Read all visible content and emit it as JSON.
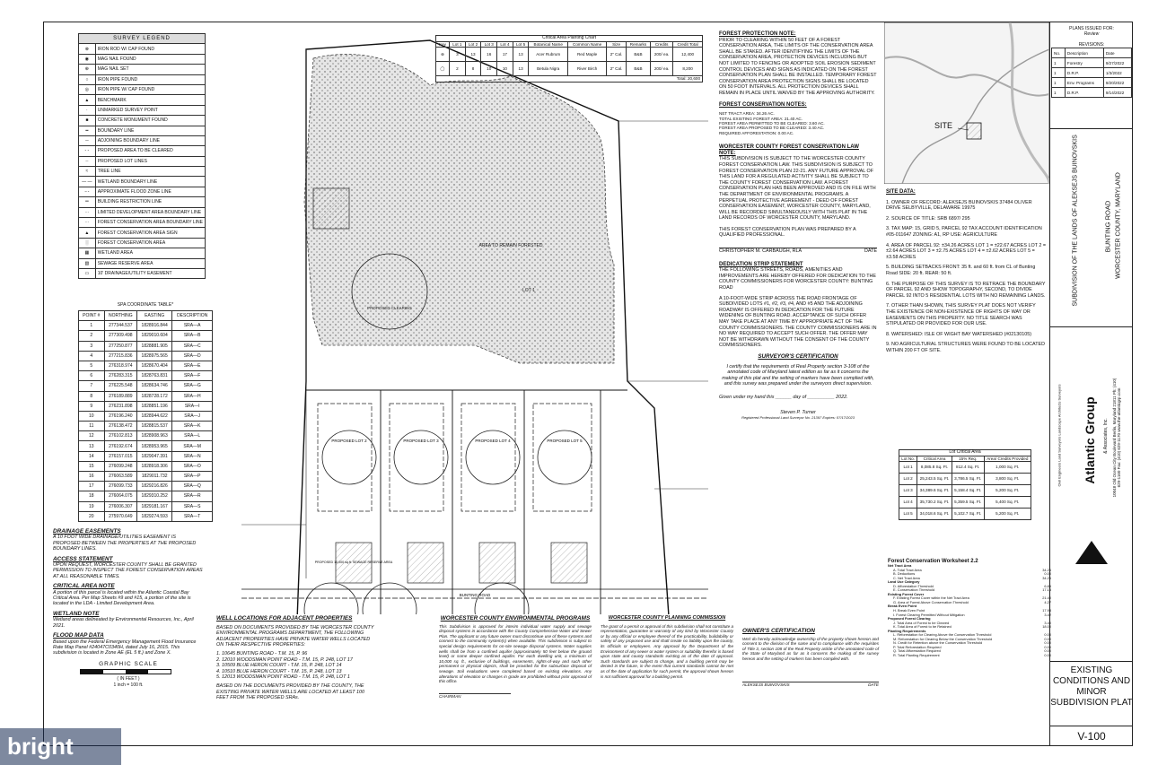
{
  "legend": {
    "title": "SURVEY LEGEND",
    "items": [
      "IRON ROD W/ CAP FOUND",
      "MAG NAIL FOUND",
      "MAG NAIL SET",
      "IRON PIPE FOUND",
      "IRON PIPE W/ CAP FOUND",
      "BENCHMARK",
      "UNMARKED SURVEY POINT",
      "CONCRETE MONUMENT FOUND",
      "BOUNDARY LINE",
      "ADJOINING BOUNDARY LINE",
      "PROPOSED AREA TO BE CLEARED",
      "PROPOSED LOT LINES",
      "TREE LINE",
      "WETLAND BOUNDARY LINE",
      "APPROXIMATE FLOOD ZONE LINE",
      "BUILDING RESTRICTION LINE",
      "LIMITED DEVELOPMENT AREA BOUNDARY LINE",
      "FOREST CONSERVATION AREA BOUNDARY LINE",
      "FOREST CONSERVATION AREA SIGN",
      "FOREST CONSERVATION AREA",
      "WETLAND AREA",
      "SEWAGE RESERVE AREA",
      "10' DRAINAGE/UTILITY EASEMENT"
    ]
  },
  "spa": {
    "title": "SPA COORDINATE TABLE*",
    "headers": [
      "POINT #",
      "NORTHING",
      "EASTING",
      "DESCRIPTION"
    ],
    "rows": [
      [
        "1",
        "277344.537",
        "1828916.844",
        "SRA—A"
      ],
      [
        "2",
        "277309.498",
        "1829010.604",
        "SRA—B"
      ],
      [
        "3",
        "277250.877",
        "1828881.905",
        "SRA—C"
      ],
      [
        "4",
        "277215.836",
        "1828975.565",
        "SRA—D"
      ],
      [
        "5",
        "276318.974",
        "1828670.404",
        "SRA—E"
      ],
      [
        "6",
        "276283.315",
        "1828763.831",
        "SRA—F"
      ],
      [
        "7",
        "276225.548",
        "1828634.746",
        "SRA—G"
      ],
      [
        "8",
        "276189.889",
        "1828728.172",
        "SRA—H"
      ],
      [
        "9",
        "276231.898",
        "1828851.196",
        "SRA—I"
      ],
      [
        "10",
        "276196.240",
        "1828944.622",
        "SRA—J"
      ],
      [
        "11",
        "276138.472",
        "1828815.537",
        "SRA—K"
      ],
      [
        "12",
        "276102.813",
        "1828908.963",
        "SRA—L"
      ],
      [
        "13",
        "276192.674",
        "1828953.965",
        "SRA—M"
      ],
      [
        "14",
        "276157.015",
        "1829047.391",
        "SRA—N"
      ],
      [
        "15",
        "276099.248",
        "1828918.306",
        "SRA—O"
      ],
      [
        "16",
        "276063.589",
        "1829011.732",
        "SRA—P"
      ],
      [
        "17",
        "276099.733",
        "1829216.826",
        "SRA—Q"
      ],
      [
        "18",
        "276064.075",
        "1829310.252",
        "SRA—R"
      ],
      [
        "19",
        "276006.307",
        "1829181.167",
        "SRA—S"
      ],
      [
        "20",
        "275970.649",
        "1829274.593",
        "SRA—T"
      ]
    ]
  },
  "planting": {
    "title": "Critical Area Planting Chart",
    "headers": [
      "Key",
      "Lot 1",
      "Lot 2",
      "Lot 3",
      "Lot 4",
      "Lot 5",
      "Botanical Name",
      "Common Name",
      "Size",
      "Remarks",
      "Credits",
      "Credit Total"
    ],
    "rows": [
      [
        "",
        "3",
        "13",
        "16",
        "17",
        "13",
        "Acer Rubrum",
        "Red Maple",
        "2\" Cal.",
        "B&B",
        "200/ ea.",
        "12,400"
      ],
      [
        "",
        "2",
        "8",
        "10",
        "10",
        "13",
        "Betula Nigra",
        "River Birch",
        "2\" Cal.",
        "B&B",
        "200/ ea.",
        "8,200"
      ]
    ],
    "total": "Total: 20,600"
  },
  "notes": {
    "fp_title": "FOREST PROTECTION NOTE:",
    "fp_text": "PRIOR TO CLEARING WITHIN 50 FEET OF A FOREST CONSERVATION AREA, THE LIMITS OF THE CONSERVATION AREA SHALL BE STAKED. AFTER IDENTIFYING THE LIMITS OF THE CONSERVATION AREA, PROTECTION DEVICES INCLUDING BUT NOT LIMITED TO FENCING OR ADOPTED SOIL EROSION SEDIMENT CONTROL DEVICES AND SIGNS AS INDICATED ON THE FOREST CONSERVATION PLAN SHALL BE INSTALLED. TEMPORARY FOREST CONSERVATION AREA PROTECTION SIGNS SHALL BE LOCATED ON 50 FOOT INTERVALS. ALL PROTECTION DEVICES SHALL REMAIN IN PLACE UNTIL WAIVED BY THE APPROVING AUTHORITY.",
    "fc_title": "FOREST CONSERVATION NOTES:",
    "fc_lines": [
      "NET TRACT AREA: 34.26 AC.",
      "TOTAL EXISTING FOREST AREA: 21.40 AC.",
      "FOREST AREA PERMITTED TO BE CLEARED: 3.60 AC.",
      "FOREST AREA PROPOSED TO BE CLEARED: 3.40 AC.",
      "REQUIRED AFFORESTATION: 0.00 AC."
    ],
    "law_title": "WORCESTER COUNTY FOREST CONSERVATION LAW NOTE:",
    "law_text": "THIS SUBDIVISION IS SUBJECT TO THE WORCESTER COUNTY FOREST CONSERVATION LAW. THIS SUBDIVISION IS SUBJECT TO FOREST CONSERVATION PLAN 22-21. ANY FUTURE APPROVAL OF THIS LAND FOR A REGULATED ACTIVITY SHALL BE SUBJECT TO THE COUNTY FOREST CONSERVATION LAW. A FOREST CONSERVATION PLAN HAS BEEN APPROVED AND IS ON FILE WITH THE DEPARTMENT OF ENVIRONMENTAL PROGRAMS. A PERPETUAL PROTECTIVE AGREEMENT - DEED OF FOREST CONSERVATION EASEMENT, WORCESTER COUNTY, MARYLAND, WILL BE RECORDED SIMULTANEOUSLY WITH THIS PLAT IN THE LAND RECORDS OF WORCESTER COUNTY, MARYLAND.",
    "prepared": "THIS FOREST CONSERVATION PLAN WAS PREPARED BY A QUALIFIED PROFESSIONAL.",
    "preparer": "CHRISTOPHER M. CARBAUGH, RLA",
    "date": "DATE",
    "ded_title": "DEDICATION STRIP STATEMENT",
    "ded_text": "THE FOLLOWING STREETS, ROADS, AMENITIES AND IMPROVEMENTS ARE HEREBY OFFERED FOR DEDICATION TO THE COUNTY COMMISSIONERS FOR WORCESTER COUNTY: BUNTING ROAD",
    "ded_text2": "A 10-FOOT-WIDE STRIP ACROSS THE ROAD FRONTAGE OF SUBDIVIDED LOTS #1, #2, #3, #4, AND #5 AND THE ADJOINING ROADWAY IS OFFERED IN DEDICATION FOR THE FUTURE WIDENING OF BUNTING ROAD. ACCEPTANCE OF SUCH OFFER MAY TAKE PLACE AT ANY TIME BY APPROPRIATE ACT OF THE COUNTY COMMISSIONERS. THE COUNTY COMMISSIONERS ARE IN NO WAY REQUIRED TO ACCEPT SUCH OFFER. THE OFFER MAY NOT BE WITHDRAWN WITHOUT THE CONSENT OF THE COUNTY COMMISSIONERS.",
    "surv_title": "SURVEYOR'S CERTIFICATION",
    "surv_text": "I certify that the requirements of Real Property section 3-108 of the annotated code of Maryland latest edition as far as it concerns the making of this plat and the setting of markers have been complied with, and this survey was prepared under the surveyors direct supervision.",
    "surv_given": "Given under my hand this ______ day of __________ 2022.",
    "surv_name": "Steven P. Turner",
    "surv_reg": "Registered Professional Land Surveyor No. 21397 Expires: 07/17/2023"
  },
  "site": {
    "title": "SITE DATA:",
    "items": [
      "1. OWNER OF RECORD: ALEKSEJS BUINOVSKIS 37484 OLIVER DRIVE SELBYVILLE, DELAWARE 19975",
      "2. SOURCE OF TITLE: SRB 6897/ 295",
      "3. TAX MAP: 15, GRID 5, PARCEL 92 TAX ACCOUNT IDENTIFICATION #05-011647 ZONING: A1, RP USE: AGRICULTURE",
      "4. AREA OF PARCEL 92: ±34.26 ACRES LOT 1 = ±22.67 ACRES LOT 2 = ±2.64 ACRES LOT 3 = ±2.75 ACRES LOT 4 = ±2.62 ACRES LOT 5 = ±3.58 ACRES",
      "5. BUILDING SETBACKS FRONT: 35 ft. and 60 ft. from CL of Bunting Road SIDE: 20 ft. REAR: 50 ft.",
      "6. THE PURPOSE OF THIS SURVEY IS TO RETRACE THE BOUNDARY OF PARCEL 92 AND SHOW TOPOGRAPHY, SECOND, TO DIVIDE PARCEL 92 INTO 5 RESIDENTIAL LOTS WITH NO REMAINING LANDS.",
      "7. OTHER THAN SHOWN, THIS SURVEY PLAT DOES NOT VERIFY THE EXISTENCE OR NON-EXISTENCE OF RIGHTS OF WAY OR EASEMENTS ON THIS PROPERTY. NO TITLE SEARCH WAS STIPULATED OR PROVIDED FOR OUR USE.",
      "8. WATERSHED: ISLE OF WIGHT BAY WATERSHED (#02130105)",
      "9. NO AGRICULTURAL STRUCTURES WERE FOUND TO BE LOCATED WITHIN 200 FT OF SITE."
    ]
  },
  "lca": {
    "title": "Lot Critical Area",
    "headers": [
      "Lot No.",
      "Critical Area",
      "15% Req.",
      "Area/ Credits Provided"
    ],
    "rows": [
      [
        "Lot 1",
        "8,085.8 Sq. Ft.",
        "812.4 Sq. Ft.",
        "1,000 Sq. Ft."
      ],
      [
        "Lot 2",
        "25,243.5 Sq. Ft.",
        "3,786.5 Sq. Ft.",
        "3,800 Sq. Ft."
      ],
      [
        "Lot 3",
        "34,389.6 Sq. Ft.",
        "5,158.4 Sq. Ft.",
        "5,200 Sq. Ft."
      ],
      [
        "Lot 4",
        "35,730.2 Sq. Ft.",
        "5,359.5 Sq. Ft.",
        "5,400 Sq. Ft."
      ],
      [
        "Lot 5",
        "34,018.6 Sq. Ft.",
        "5,102.7 Sq. Ft.",
        "5,200 Sq. Ft."
      ]
    ]
  },
  "worksheet": {
    "title": "Forest Conservation Worksheet 2.2",
    "lines": [
      [
        "Net Tract Area",
        ""
      ],
      [
        "A. Total Tract Area",
        "34.26"
      ],
      [
        "B. Deductions",
        "0.00"
      ],
      [
        "C. Net Tract Area",
        "34.26"
      ],
      [
        "Land Use Category",
        ""
      ],
      [
        "D. Afforestation Threshold",
        "6.85"
      ],
      [
        "E. Conservation Threshold",
        "17.13"
      ],
      [
        "Existing Forest Cover",
        ""
      ],
      [
        "F. Existing Forest Cover within the Net Tract Area",
        "21.40"
      ],
      [
        "G. Area of Forest Above Conservation Threshold",
        "4.27"
      ],
      [
        "Break Even Point",
        ""
      ],
      [
        "H. Break Even Point",
        "17.98"
      ],
      [
        "I. Forest Clearing Permitted Without Mitigation",
        "3.42"
      ],
      [
        "Proposed Forest Clearing",
        ""
      ],
      [
        "J. Total Area of Forest to be Cleared",
        "3.40"
      ],
      [
        "K. Total Area of Forest to be Retained",
        "18.00"
      ],
      [
        "Planting Requirements",
        ""
      ],
      [
        "L. Reforestation for Clearing Above the Conservation Threshold",
        "0.00"
      ],
      [
        "M. Reforestation for Clearing Below the Conservation Threshold",
        "0.00"
      ],
      [
        "N. Credit for Retention above the Conservation Threshold",
        "0.00"
      ],
      [
        "P. Total Reforestation Required",
        "0.00"
      ],
      [
        "Q. Total Afforestation Required",
        "0.00"
      ],
      [
        "R. Total Planting Requirement",
        "0.00"
      ]
    ]
  },
  "left_notes": {
    "drain_title": "DRAINAGE EASEMENTS",
    "drain_text": "A 10 FOOT WIDE DRAINAGE/UTILITIES EASEMENT IS PROPOSED BETWEEN THE PROPERTIES AT THE PROPOSED BOUNDARY LINES.",
    "access_title": "ACCESS STATEMENT",
    "access_text": "UPON REQUEST, WORCESTER COUNTY SHALL BE GRANTED PERMISSION TO INSPECT THE FOREST CONSERVATION AREAS AT ALL REASONABLE TIMES.",
    "crit_title": "CRITICAL AREA NOTE",
    "crit_text": "A portion of this parcel is located within the Atlantic Coastal Bay Critical Area. Per Map Sheets #9 and #15, a portion of the site is located in the LDA - Limited Development Area.",
    "wet_title": "WETLAND NOTE",
    "wet_text": "Wetland areas delineated by Environmental Resources, Inc., April 2021.",
    "flood_title": "FLOOD MAP DATA",
    "flood_text": "Based upon the Federal Emergency Management Flood Insurance Rate Map Panel #24047C0340H, dated July 16, 2015. This subdivision is located in Zone AE (EL 5 ft.) and Zone X.",
    "scale_title": "GRAPHIC SCALE",
    "scale_sub": "( IN FEET )",
    "scale_ratio": "1 inch = 100 ft."
  },
  "bottom": {
    "wells_title": "WELL LOCATIONS FOR ADJACENT PROPERTIES",
    "wells_text": "BASED ON DOCUMENTS PROVIDED BY THE WORCESTER COUNTY ENVIRONMENTAL PROGRAMS DEPARTMENT, THE FOLLOWING ADJACENT PROPERTIES HAVE PRIVATE WATER WELLS LOCATED ON THEIR RESPECTIVE PROPERTIES:",
    "wells_list": [
      "1. 10645 BUNTING ROAD - T.M. 15, P. 96",
      "2. 12010 WOODSMAN POINT ROAD - T.M. 15, P. 248, LOT 17",
      "3. 10509 BLUE HERON COURT - T.M. 15, P. 248, LOT 14",
      "4. 10510 BLUE HERON COURT - T.M. 15, P. 248, LOT 13",
      "5. 12013 WOODSMAN POINT ROAD - T.M. 15, P. 248, LOT 1"
    ],
    "wells_foot": "BASED ON THE DOCUMENTS PROVIDED BY THE COUNTY, THE EXISTING PRIVATE WATER WELLS ARE LOCATED AT LEAST 100 FEET FROM THE PROPOSED SRAs.",
    "env_title": "WORCESTER COUNTY ENVIRONMENTAL PROGRAMS",
    "env_text": "This Subdivision is approved for interim individual water supply and sewage disposal systems in accordance with the County Comprehensive Water and Sewer Plan. The applicant or any future owner must discontinue use of these systems and connect to the community system(s) when available. This subdivision is subject to special design requirements for on-site sewage disposal systems. Water supplies wells shall be from a confined aquifer (approximately 50 feet below the ground level) or some deeper confined aquifer. For each dwelling unit, a minimum of 10,000 sq. ft., exclusive of buildings, easements, rights-of-way and such other permanent or physical objects, shall be provided for the subsurface disposal of sewage. Soil evaluations were completed based on existing elevations. Any alterations of elevation or changes in grade are prohibited without prior approval of this office.",
    "env_sig": "CHAIRMAN",
    "plan_title": "WORCESTER COUNTY PLANNING COMMISSION",
    "plan_text": "The grant of a permit or approval of this subdivision shall not constitute a representation, guarantee or warranty of any kind by Worcester County or by any official or employee thereof of the practicability, buildability or safety of any proposed use and shall create no liability upon the county, its officials or employees. Any approval by the Department of the Environment of any sewer or water system or suitability therefor is based upon state and county standards existing as of the date of approval. Such standards are subject to change, and a building permit may be denied in the future, in the event that current standards cannot be met as of the date of application for such permit, the approval shown hereon is not sufficient approval for a building permit.",
    "owner_title": "OWNER'S CERTIFICATION",
    "owner_text": "We/I do hereby acknowledge ownership of the property shown hereon and consent to the division of the same and to compliance with the requisites of Title 3, section 108 of the Real Property article of the annotated code of the State of Maryland as far as it concerns the making of the survey hereon and the setting of markers has been complied with.",
    "owner_name": "ALEKSEJS BUINOVSKIS",
    "date": "DATE"
  },
  "titleblock": {
    "plans_issued": "PLANS ISSUED FOR:",
    "plans_for": "Review",
    "revisions": "REVISIONS:",
    "rev_headers": [
      "No.",
      "Description",
      "Date"
    ],
    "rev_rows": [
      [
        "1",
        "Forestry",
        "9/27/2022"
      ],
      [
        "1",
        "D.R.P.",
        "1/3/2022"
      ],
      [
        "1",
        "Env. Programs",
        "9/20/2022"
      ],
      [
        "1",
        "D.R.P.",
        "9/14/2022"
      ]
    ],
    "subdivision": "SUBDIVISION OF THE LANDS OF ALEKSEJS BUINOVSKIS",
    "road": "BUNTING ROAD",
    "county": "WORCESTER COUNTY, MARYLAND",
    "firm_name": "Atlantic Group",
    "firm_sub": "& Associates, Inc.",
    "firm_addr": "10048 Old Ocean City Boulevard Berlin, Maryland 21811 Ph: (410) 629-1160 Fax: (410) 629-1170 www.the-atlanticgrp.com",
    "firm_services": "Civil Engineers Land Surveyors Landscape Architects Surveyors",
    "plat_title": "EXISTING CONDITIONS AND MINOR SUBDIVISION PLAT",
    "sheet": "V-100"
  },
  "map": {
    "site_label": "SITE",
    "road_label": "BUNTING ROAD",
    "tree_area": "AREA TO REMAIN FORESTED",
    "lot1": "LOT 1",
    "lots": [
      "PROPOSED LOT 2",
      "PROPOSED LOT 3",
      "PROPOSED LOT 4",
      "PROPOSED LOT 5"
    ],
    "clearing": "PROPOSED CLEARING",
    "sewage": "PROPOSED 10,000 sq.ft. SEWAGE RESERVE AREA"
  },
  "watermark": "bright"
}
